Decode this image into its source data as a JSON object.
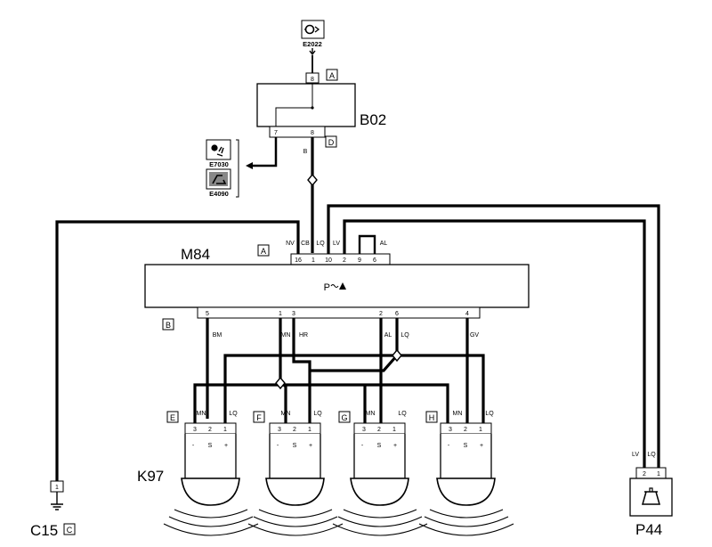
{
  "components": {
    "E2022": "E2022",
    "B02": "B02",
    "E7030": "E7030",
    "E4090": "E4090",
    "M84": "M84",
    "M84_symbol": "P",
    "K97": "K97",
    "C15": "C15",
    "P44": "P44"
  },
  "connector_letters": {
    "A_top": "A",
    "D": "D",
    "A_m84": "A",
    "B": "B",
    "C": "C",
    "E": "E",
    "F": "F",
    "G": "G",
    "H": "H"
  },
  "pins": {
    "b02_top": "8",
    "b02_left": "7",
    "b02_right": "8",
    "m84_top": [
      "16",
      "1",
      "10",
      "2",
      "9",
      "6"
    ],
    "m84_bottom": [
      "5",
      "1",
      "3",
      "2",
      "6",
      "4"
    ],
    "sensor": [
      "3",
      "2",
      "1"
    ],
    "c15": "1",
    "p44": [
      "2",
      "1"
    ]
  },
  "wire_colors": {
    "b02_out": "B",
    "m84_top": [
      "NV",
      "CB",
      "LQ",
      "LV"
    ],
    "m84_bridge": "AL",
    "m84_bottom": [
      "BM",
      "MN",
      "HR",
      "AL",
      "LQ",
      "GV"
    ],
    "sensor_left": "MN",
    "sensor_right": "LQ",
    "p44": [
      "LV",
      "LQ"
    ]
  },
  "sensor_terminals": [
    "-",
    "S",
    "+"
  ]
}
